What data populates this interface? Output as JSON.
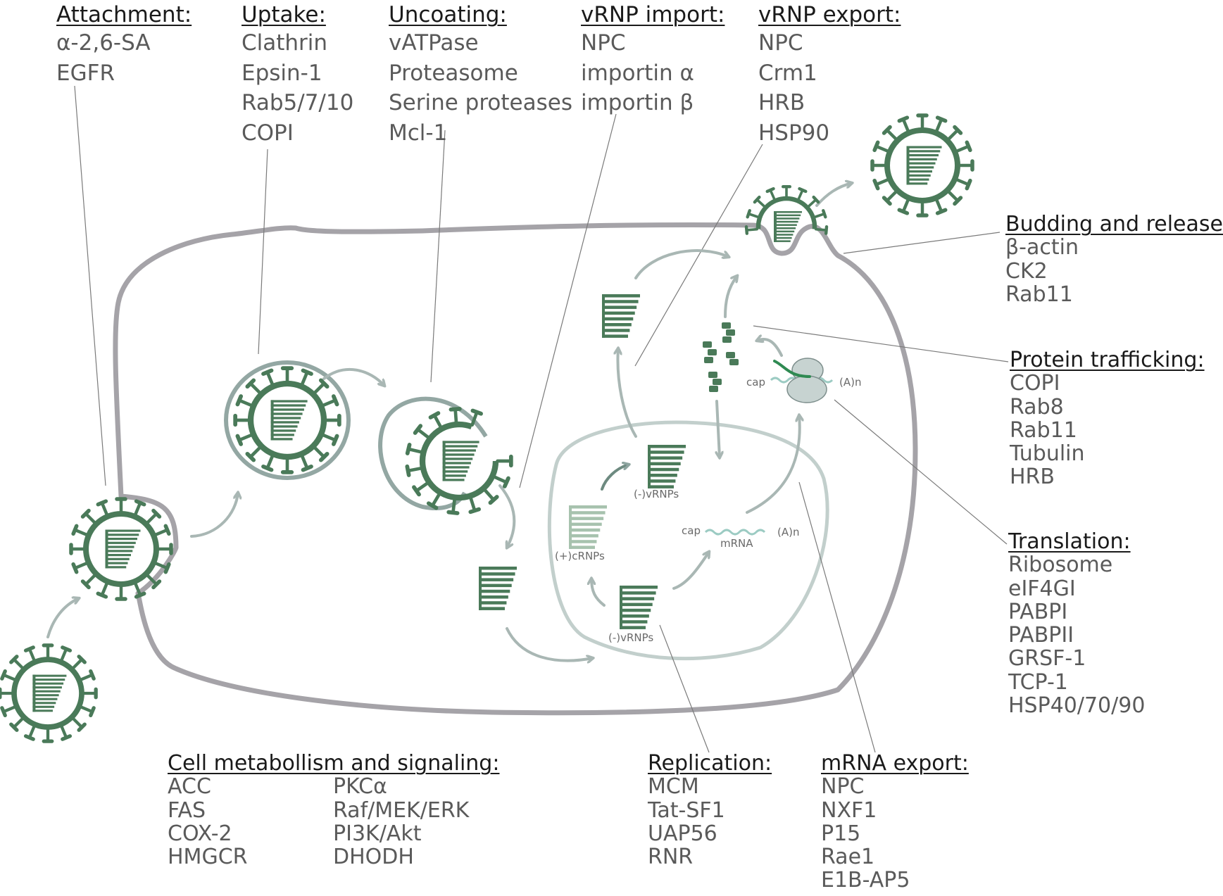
{
  "colors": {
    "virus_green": "#4a7a59",
    "cell_gray": "#a5a3a8",
    "nucleus_gray": "#c2cfcc",
    "arrow_gray": "#a9b7b4",
    "leader_line": "#777777",
    "text_gray": "#5a5a5a",
    "heading": "#1a1a1a"
  },
  "attachment": {
    "heading": "Attachment:",
    "items": [
      "α-2,6-SA",
      "EGFR"
    ]
  },
  "uptake": {
    "heading": "Uptake:",
    "items": [
      "Clathrin",
      "Epsin-1",
      "Rab5/7/10",
      "COPI"
    ]
  },
  "uncoating": {
    "heading": "Uncoating:",
    "items": [
      "vATPase",
      "Proteasome",
      "Serine proteases",
      "Mcl-1"
    ]
  },
  "vrnp_import": {
    "heading": "vRNP import:",
    "items": [
      "NPC",
      "importin α",
      "importin β"
    ]
  },
  "vrnp_export": {
    "heading": "vRNP export:",
    "items": [
      "NPC",
      "Crm1",
      "HRB",
      "HSP90"
    ]
  },
  "budding": {
    "heading": "Budding and release:",
    "items": [
      "β-actin",
      "CK2",
      "Rab11"
    ]
  },
  "protein_trafficking": {
    "heading": "Protein trafficking:",
    "items": [
      "COPI",
      "Rab8",
      "Rab11",
      "Tubulin",
      "HRB"
    ]
  },
  "translation": {
    "heading": "Translation:",
    "items": [
      "Ribosome",
      "eIF4GI",
      "PABPI",
      "PABPII",
      "GRSF-1",
      "TCP-1",
      "HSP40/70/90"
    ]
  },
  "metabolism": {
    "heading": "Cell metabollism and signaling:",
    "col1": [
      "ACC",
      "FAS",
      "COX-2",
      "HMGCR"
    ],
    "col2": [
      "PKCα",
      "Raf/MEK/ERK",
      "PI3K/Akt",
      "DHODH"
    ]
  },
  "replication": {
    "heading": "Replication:",
    "items": [
      "MCM",
      "Tat-SF1",
      "UAP56",
      "RNR"
    ]
  },
  "mrna_export": {
    "heading": "mRNA export:",
    "items": [
      "NPC",
      "NXF1",
      "P15",
      "Rae1",
      "E1B-AP5"
    ]
  },
  "diagram_labels": {
    "vrnps_top": "(-)vRNPs",
    "vrnps_bottom": "(-)vRNPs",
    "crnps": "(+)cRNPs",
    "cap_nuc": "cap",
    "mrna": "mRNA",
    "an_nuc": "(A)n",
    "cap_cyto": "cap",
    "an_cyto": "(A)n"
  }
}
